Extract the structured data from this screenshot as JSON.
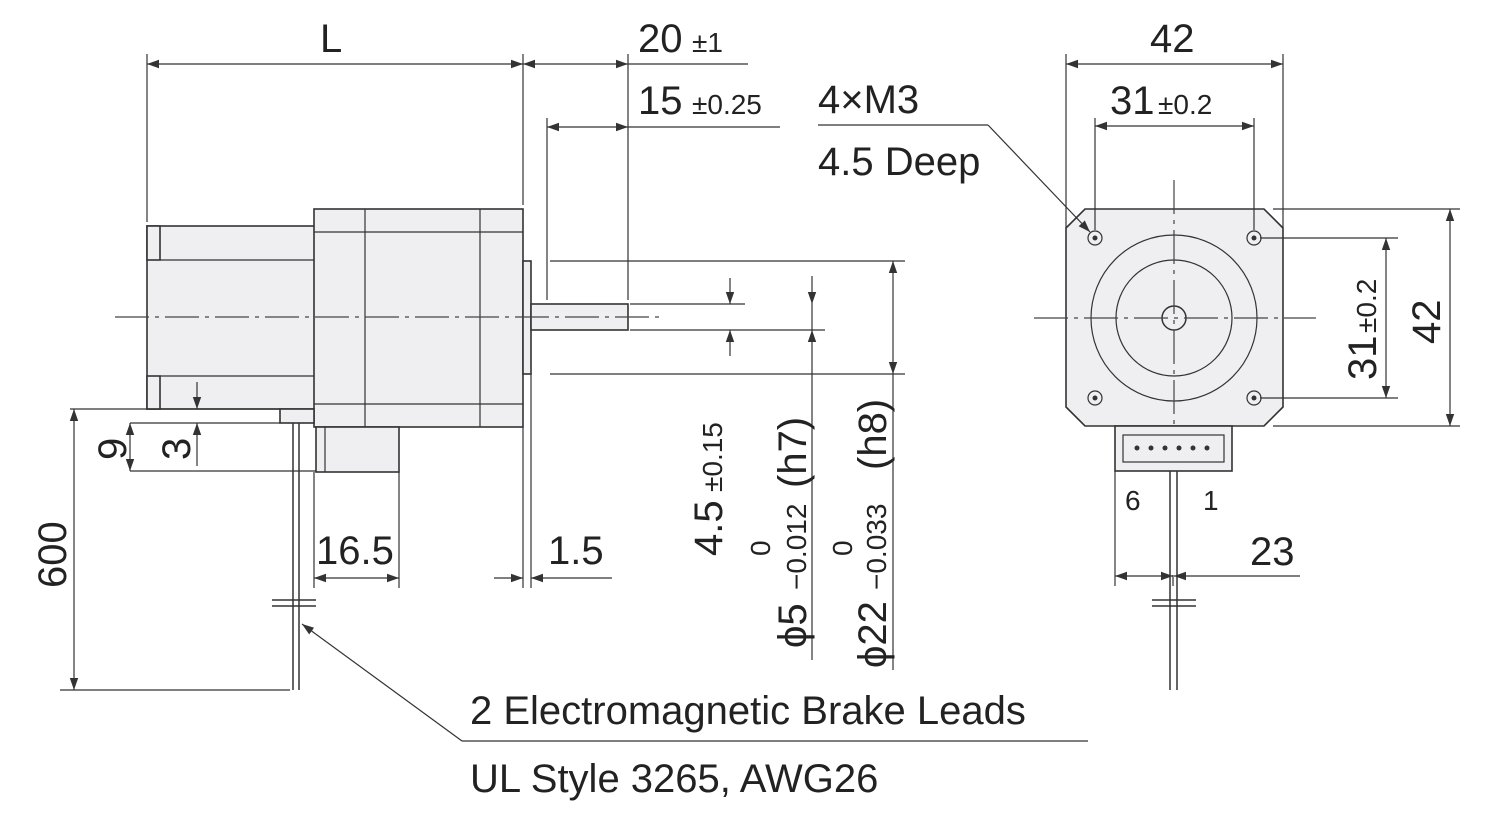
{
  "side_view": {
    "length_label": "L",
    "shaft_len": {
      "value": "20",
      "tol": "±1"
    },
    "flat_len": {
      "value": "15",
      "tol": "±0.25"
    },
    "dim_9": "9",
    "dim_3": "3",
    "lead_length": "600",
    "dim_16_5": "16.5",
    "dim_1_5": "1.5",
    "flat_depth": {
      "value": "4.5",
      "tol": "±0.15"
    },
    "shaft_dia": {
      "prefix": "ϕ5",
      "upper": "0",
      "lower": "−0.012",
      "fit": "(h7)"
    },
    "pilot_dia": {
      "prefix": "ϕ22",
      "upper": "0",
      "lower": "−0.033",
      "fit": "(h8)"
    }
  },
  "front_view": {
    "width_outer": "42",
    "hole_pitch_h": {
      "value": "31",
      "tol": "±0.2"
    },
    "hole_spec_line1": "4×M3",
    "hole_spec_line2": "4.5 Deep",
    "hole_pitch_v": {
      "value": "31",
      "tol": "±0.2"
    },
    "height_outer": "42",
    "pin6": "6",
    "pin1": "1",
    "connector_offset": "23"
  },
  "callout": {
    "line1": "2 Electromagnetic Brake Leads",
    "line2": "UL Style 3265, AWG26"
  },
  "colors": {
    "line": "#333333",
    "body_fill": "#efeff1",
    "text": "#222222"
  }
}
